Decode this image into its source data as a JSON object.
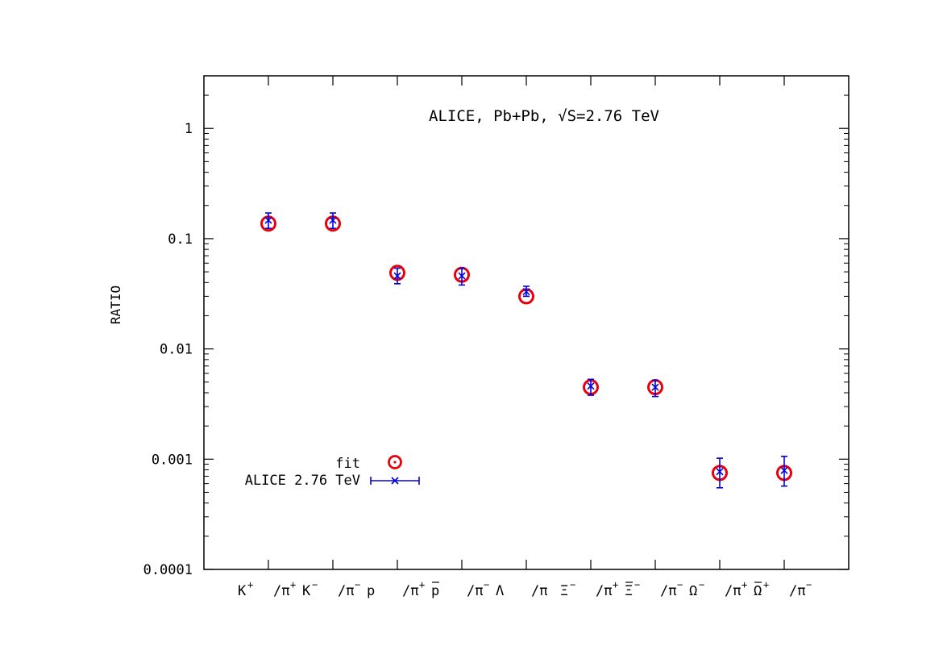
{
  "chart_data": {
    "type": "scatter",
    "title": "ALICE, Pb+Pb, √S=2.76 TeV",
    "ylabel": "RATIO",
    "xlabel": "",
    "yscale": "log",
    "ylim": [
      0.0001,
      3
    ],
    "yticks": [
      {
        "value": 0.0001,
        "label": "0.0001"
      },
      {
        "value": 0.001,
        "label": "0.001"
      },
      {
        "value": 0.01,
        "label": "0.01"
      },
      {
        "value": 0.1,
        "label": "0.1"
      },
      {
        "value": 1,
        "label": "1"
      }
    ],
    "categories": [
      {
        "num": "K",
        "num_sup": "+",
        "num_bar": false,
        "den": "/π",
        "den_sup": "+"
      },
      {
        "num": "K",
        "num_sup": "−",
        "num_bar": false,
        "den": "/π",
        "den_sup": "−"
      },
      {
        "num": "p",
        "num_sup": "",
        "num_bar": false,
        "den": "/π",
        "den_sup": "+"
      },
      {
        "num": "p",
        "num_sup": "",
        "num_bar": true,
        "den": "/π",
        "den_sup": "−"
      },
      {
        "num": "Λ",
        "num_sup": "",
        "num_bar": false,
        "den": "/π",
        "den_sup": ""
      },
      {
        "num": "Ξ",
        "num_sup": "−",
        "num_bar": false,
        "den": "/π",
        "den_sup": "+"
      },
      {
        "num": "Ξ",
        "num_sup": "−",
        "num_bar": true,
        "den": "/π",
        "den_sup": "−"
      },
      {
        "num": "Ω",
        "num_sup": "−",
        "num_bar": false,
        "den": "/π",
        "den_sup": "+"
      },
      {
        "num": "Ω",
        "num_sup": "+",
        "num_bar": true,
        "den": "/π",
        "den_sup": "−"
      }
    ],
    "series": [
      {
        "name": "fit",
        "marker": "circle",
        "color": "#e8000b",
        "values": [
          0.137,
          0.137,
          0.049,
          0.047,
          0.03,
          0.0045,
          0.0045,
          0.00075,
          0.00075
        ]
      },
      {
        "name": "ALICE 2.76 TeV",
        "marker": "x",
        "color": "#0000dd",
        "values": [
          0.147,
          0.147,
          0.046,
          0.046,
          0.033,
          0.0046,
          0.0045,
          0.00077,
          0.00079
        ],
        "err_low": [
          0.124,
          0.124,
          0.039,
          0.038,
          0.03,
          0.0038,
          0.0037,
          0.00055,
          0.00057
        ],
        "err_high": [
          0.171,
          0.171,
          0.054,
          0.054,
          0.037,
          0.0053,
          0.0052,
          0.00102,
          0.00106
        ]
      }
    ],
    "legend_position": "bottom-left",
    "grid": false
  }
}
